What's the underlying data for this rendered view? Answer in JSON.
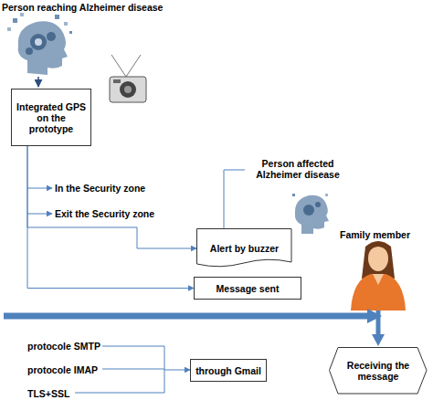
{
  "diagram": {
    "nodes": [
      {
        "text": [
          "Integrated GPS on the prototype"
        ]
      },
      {
        "text": [
          "Alert by buzzer"
        ]
      },
      {
        "text": [
          "Message sent"
        ]
      },
      {
        "text": [
          "through Gmail"
        ]
      },
      {
        "text": [
          "Receiving the message"
        ]
      }
    ],
    "edges": [
      {
        "from": 0,
        "to": 1,
        "arrow": "to"
      },
      {
        "from": 0,
        "to": 2,
        "arrow": "to"
      }
    ],
    "labels": [
      "Person reaching Alzheimer disease",
      "In the Security zone",
      "Exit the Security zone",
      "Person affected Alzheimer disease",
      "Family member",
      "protocole SMTP",
      "protocole IMAP",
      "TLS+SSL"
    ]
  }
}
